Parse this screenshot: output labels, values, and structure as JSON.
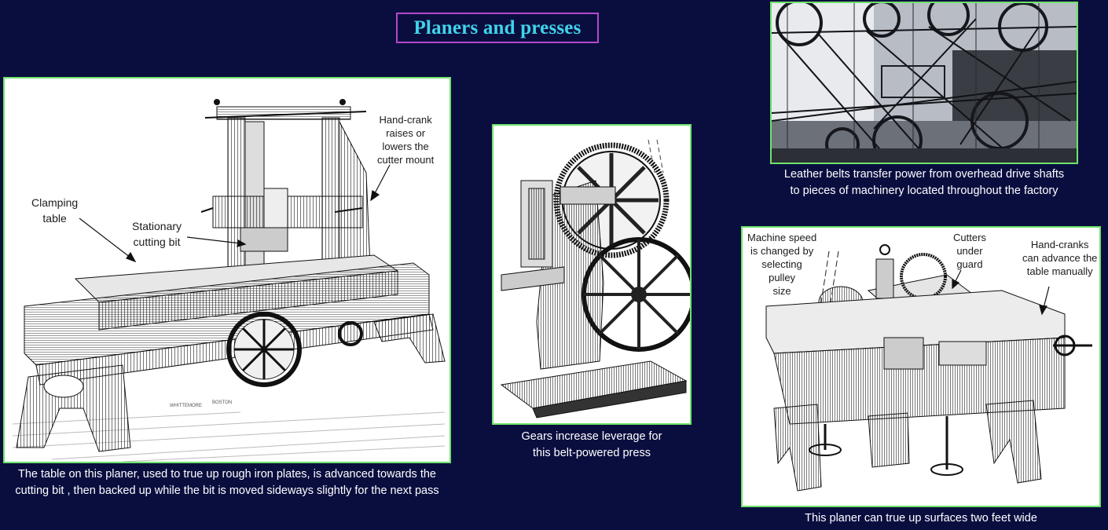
{
  "title": "Planers and presses",
  "colors": {
    "background": "#0a0e3f",
    "title_text": "#3fd4ea",
    "title_border": "#b548c9",
    "panel_border": "#6fe36a",
    "caption_text": "#ffffff"
  },
  "panels": {
    "planer": {
      "labels": {
        "handcrank": [
          "Hand-crank",
          "raises or",
          "lowers the",
          "cutter mount"
        ],
        "clamping": [
          "Clamping",
          "table"
        ],
        "stationary": [
          "Stationary",
          "cutting bit"
        ],
        "engraver_left": "WHITTEMORE",
        "engraver_right": "BOSTON"
      },
      "caption": [
        "The table on this planer, used to true up rough iron plates, is advanced towards the",
        "cutting bit , then backed up while the bit is moved sideways slightly for the next pass"
      ]
    },
    "press": {
      "caption": [
        "Gears increase leverage for",
        "this belt-powered press"
      ]
    },
    "belts": {
      "caption": [
        "Leather belts transfer power from overhead drive shafts",
        "to pieces of machinery located throughout the factory"
      ]
    },
    "planer2": {
      "labels": {
        "speed": [
          "Machine speed",
          "is changed by",
          "selecting",
          "pulley",
          "size"
        ],
        "cutters": [
          "Cutters",
          "under",
          "guard"
        ],
        "handcranks": [
          "Hand-cranks",
          "can advance the",
          "table manually"
        ]
      },
      "caption": [
        "This planer can true up surfaces two feet wide"
      ]
    }
  }
}
